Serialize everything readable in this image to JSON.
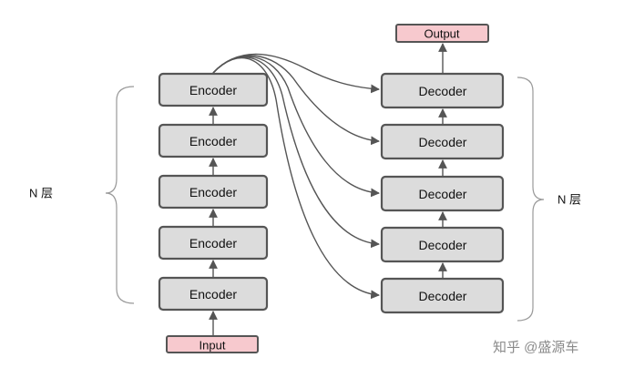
{
  "diagram": {
    "input_label": "Input",
    "output_label": "Output",
    "encoder_labels": [
      "Encoder",
      "Encoder",
      "Encoder",
      "Encoder",
      "Encoder"
    ],
    "decoder_labels": [
      "Decoder",
      "Decoder",
      "Decoder",
      "Decoder",
      "Decoder"
    ],
    "left_brace_label": "N 层",
    "right_brace_label": "N 层"
  },
  "watermark": "知乎 @盛源车",
  "colors": {
    "block_fill": "#dcdcdc",
    "io_fill": "#f7c9ce",
    "stroke": "#555555"
  }
}
